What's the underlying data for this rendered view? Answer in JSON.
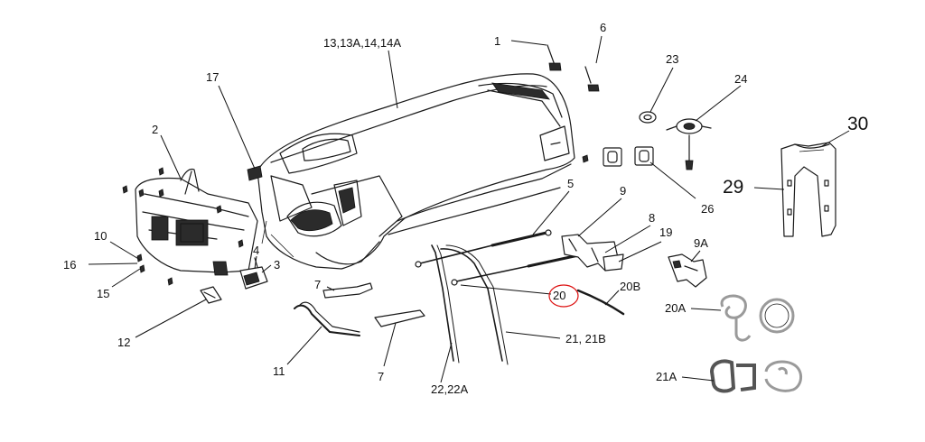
{
  "labels": {
    "hood": "13,13A,14,14A",
    "p1": "1",
    "p6": "6",
    "p23": "23",
    "p24": "24",
    "p30": "30",
    "p29": "29",
    "p17": "17",
    "p2": "2",
    "p5": "5",
    "p9": "9",
    "p8": "8",
    "p19": "19",
    "p9a": "9A",
    "p26": "26",
    "p10": "10",
    "p16": "16",
    "p15": "15",
    "p4": "4",
    "p3": "3",
    "p7_top": "7",
    "p20": "20",
    "p20b": "20B",
    "p20a": "20A",
    "p12": "12",
    "p11": "11",
    "p7_bottom": "7",
    "p21": "21, 21B",
    "p22": "22,22A",
    "p21a": "21A"
  },
  "colors": {
    "ink": "#1a1a1a",
    "highlight": "#dd1111",
    "seal": "#9a9a9a"
  }
}
